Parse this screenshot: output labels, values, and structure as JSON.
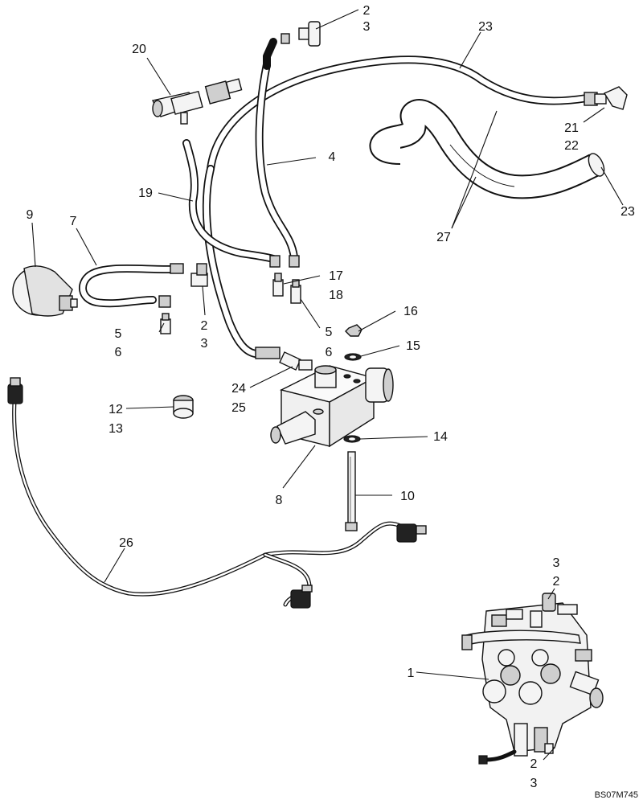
{
  "callouts": [
    {
      "id": "c-2a",
      "text": "2"
    },
    {
      "id": "c-3a",
      "text": "3"
    },
    {
      "id": "c-23a",
      "text": "23"
    },
    {
      "id": "c-20",
      "text": "20"
    },
    {
      "id": "c-21",
      "text": "21"
    },
    {
      "id": "c-22",
      "text": "22"
    },
    {
      "id": "c-4",
      "text": "4"
    },
    {
      "id": "c-19",
      "text": "19"
    },
    {
      "id": "c-9",
      "text": "9"
    },
    {
      "id": "c-7",
      "text": "7"
    },
    {
      "id": "c-23b",
      "text": "23"
    },
    {
      "id": "c-27",
      "text": "27"
    },
    {
      "id": "c-17",
      "text": "17"
    },
    {
      "id": "c-18",
      "text": "18"
    },
    {
      "id": "c-2b",
      "text": "2"
    },
    {
      "id": "c-3b",
      "text": "3"
    },
    {
      "id": "c-5a",
      "text": "5"
    },
    {
      "id": "c-6a",
      "text": "6"
    },
    {
      "id": "c-5b",
      "text": "5"
    },
    {
      "id": "c-6b",
      "text": "6"
    },
    {
      "id": "c-16",
      "text": "16"
    },
    {
      "id": "c-15",
      "text": "15"
    },
    {
      "id": "c-24",
      "text": "24"
    },
    {
      "id": "c-25",
      "text": "25"
    },
    {
      "id": "c-12",
      "text": "12"
    },
    {
      "id": "c-13",
      "text": "13"
    },
    {
      "id": "c-14",
      "text": "14"
    },
    {
      "id": "c-8",
      "text": "8"
    },
    {
      "id": "c-10",
      "text": "10"
    },
    {
      "id": "c-26",
      "text": "26"
    },
    {
      "id": "c-3c",
      "text": "3"
    },
    {
      "id": "c-2c",
      "text": "2"
    },
    {
      "id": "c-1",
      "text": "1"
    },
    {
      "id": "c-2d",
      "text": "2"
    },
    {
      "id": "c-3d",
      "text": "3"
    }
  ],
  "drawing_code": "BS07M745"
}
